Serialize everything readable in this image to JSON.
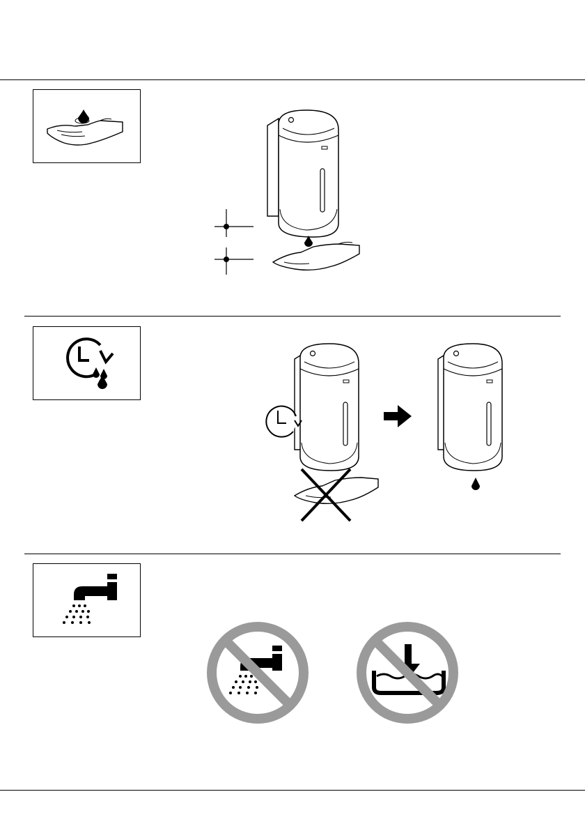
{
  "document": {
    "type": "instruction-page",
    "sections": [
      {
        "id": "dispense",
        "icon": "hand-soap-drop-icon",
        "illustration": "dispenser-hand-detection"
      },
      {
        "id": "timeout",
        "icon": "timer-drops-icon",
        "illustration": "dispenser-timeout-single-drop"
      },
      {
        "id": "water",
        "icon": "water-tap-spray-icon",
        "illustration": "no-spray-no-immersion-signs"
      }
    ],
    "colors": {
      "line": "#000000",
      "prohibition": "#9a9a9a",
      "background": "#ffffff"
    }
  }
}
